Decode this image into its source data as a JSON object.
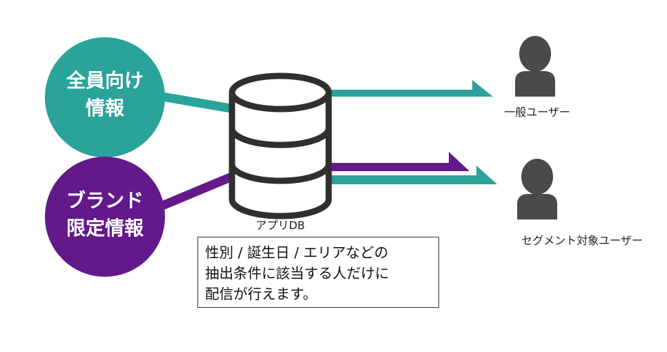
{
  "colors": {
    "teal": "#2aa39a",
    "purple": "#63198a",
    "icon_gray": "#4a4a4a",
    "db_stroke": "#2f2f2f"
  },
  "sources": {
    "all": {
      "line1": "全員向け",
      "line2": "情報",
      "color": "#2aa39a"
    },
    "brand": {
      "line1": "ブランド",
      "line2": "限定情報",
      "color": "#63198a"
    }
  },
  "database": {
    "label": "アプリDB",
    "icon": "database-icon"
  },
  "users": {
    "general": {
      "label": "一般ユーザー",
      "icon": "person-icon"
    },
    "segment": {
      "label": "セグメント対象ユーザー",
      "icon": "person-icon"
    }
  },
  "note": {
    "lines": [
      "性別 / 誕生日 / エリアなどの",
      "抽出条件に該当する人だけに",
      "配信が行えます。"
    ]
  }
}
